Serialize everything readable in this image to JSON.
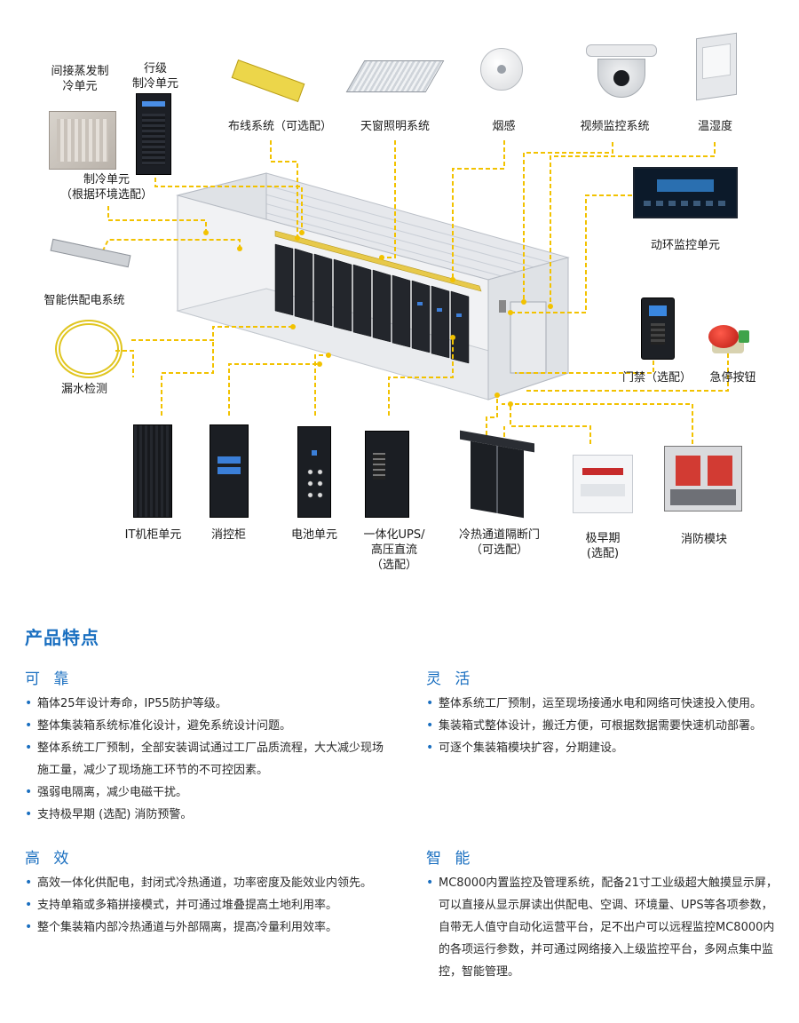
{
  "labels": {
    "indirect_evap": [
      "间接蒸发制",
      "冷单元"
    ],
    "row_cooling": [
      "行级",
      "制冷单元"
    ],
    "cooling_unit": [
      "制冷单元",
      "（根据环境选配）"
    ],
    "cabling": "布线系统（可选配）",
    "skylight": "天窗照明系统",
    "smoke": "烟感",
    "video": "视频监控系统",
    "temp_humidity": "温湿度",
    "env_monitor": "动环监控单元",
    "power_dist": "智能供配电系统",
    "leak": "漏水检测",
    "access": "门禁（选配）",
    "estop": "急停按钮",
    "it_cabinet": "IT机柜单元",
    "fire_cabinet": "消控柜",
    "battery": "电池单元",
    "ups": [
      "一体化UPS/",
      "高压直流",
      "（选配）"
    ],
    "door": [
      "冷热通道隔断门",
      "（可选配）"
    ],
    "early_warning": [
      "极早期",
      "(选配)"
    ],
    "fire_module": "消防模块"
  },
  "colors": {
    "accent": "#1a6fc0",
    "leader": "#f2c200"
  },
  "section_title": "产品特点",
  "columns": [
    {
      "heading": "可 靠",
      "items": [
        "箱体25年设计寿命，IP55防护等级。",
        "整体集装箱系统标准化设计，避免系统设计问题。",
        "整体系统工厂预制，全部安装调试通过工厂品质流程，大大减少现场施工量，减少了现场施工环节的不可控因素。",
        "强弱电隔离，减少电磁干扰。",
        "支持极早期 (选配) 消防预警。"
      ]
    },
    {
      "heading": "灵 活",
      "items": [
        "整体系统工厂预制，运至现场接通水电和网络可快速投入使用。",
        "集装箱式整体设计，搬迁方便，可根据数据需要快速机动部署。",
        "可逐个集装箱模块扩容，分期建设。"
      ]
    },
    {
      "heading": "高 效",
      "items": [
        "高效一体化供配电，封闭式冷热通道，功率密度及能效业内领先。",
        "支持单箱或多箱拼接模式，并可通过堆叠提高土地利用率。",
        "整个集装箱内部冷热通道与外部隔离，提高冷量利用效率。"
      ]
    },
    {
      "heading": "智 能",
      "items": [
        "MC8000内置监控及管理系统，配备21寸工业级超大触摸显示屏，可以直接从显示屏读出供配电、空调、环境量、UPS等各项参数，自带无人值守自动化运营平台，足不出户可以远程监控MC8000内的各项运行参数，并可通过网络接入上级监控平台，多网点集中监控，智能管理。"
      ]
    }
  ]
}
